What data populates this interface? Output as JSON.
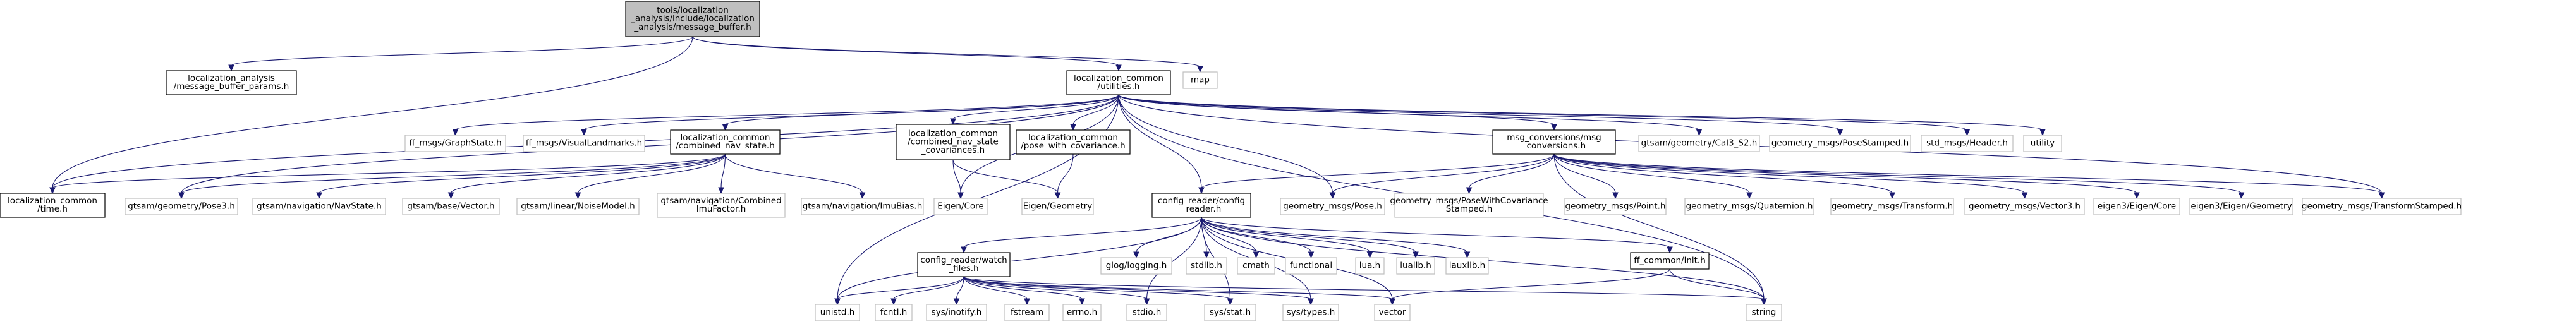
{
  "colors": {
    "edge": "#191970",
    "root_fill": "#bfbfbf",
    "node_border": "#000000",
    "external_border": "#bfbfbf",
    "node_fill": "#ffffff"
  },
  "nodes": [
    {
      "id": "root",
      "kind": "root",
      "lines": [
        "tools/localization",
        "_analysis/include/localization",
        "_analysis/message_buffer.h"
      ]
    },
    {
      "id": "params",
      "kind": "local",
      "lines": [
        "localization_analysis",
        "/message_buffer_params.h"
      ]
    },
    {
      "id": "utilities",
      "kind": "local",
      "lines": [
        "localization_common",
        "/utilities.h"
      ]
    },
    {
      "id": "map",
      "kind": "external",
      "lines": [
        "map"
      ]
    },
    {
      "id": "time",
      "kind": "local",
      "lines": [
        "localization_common",
        "/time.h"
      ]
    },
    {
      "id": "graphstate",
      "kind": "external",
      "lines": [
        "ff_msgs/GraphState.h"
      ]
    },
    {
      "id": "visland",
      "kind": "external",
      "lines": [
        "ff_msgs/VisualLandmarks.h"
      ]
    },
    {
      "id": "navstate",
      "kind": "local",
      "lines": [
        "localization_common",
        "/combined_nav_state.h"
      ]
    },
    {
      "id": "navcov",
      "kind": "local",
      "lines": [
        "localization_common",
        "/combined_nav_state",
        "_covariances.h"
      ]
    },
    {
      "id": "posecov",
      "kind": "local",
      "lines": [
        "localization_common",
        "/pose_with_covariance.h"
      ]
    },
    {
      "id": "msgconv",
      "kind": "local",
      "lines": [
        "msg_conversions/msg",
        "_conversions.h"
      ]
    },
    {
      "id": "cal3",
      "kind": "external",
      "lines": [
        "gtsam/geometry/Cal3_S2.h"
      ]
    },
    {
      "id": "posestamped",
      "kind": "external",
      "lines": [
        "geometry_msgs/PoseStamped.h"
      ]
    },
    {
      "id": "header",
      "kind": "external",
      "lines": [
        "std_msgs/Header.h"
      ]
    },
    {
      "id": "utility",
      "kind": "external",
      "lines": [
        "utility"
      ]
    },
    {
      "id": "pose3",
      "kind": "external",
      "lines": [
        "gtsam/geometry/Pose3.h"
      ]
    },
    {
      "id": "gtnavstate",
      "kind": "external",
      "lines": [
        "gtsam/navigation/NavState.h"
      ]
    },
    {
      "id": "vector_h",
      "kind": "external",
      "lines": [
        "gtsam/base/Vector.h"
      ]
    },
    {
      "id": "noisemodel",
      "kind": "external",
      "lines": [
        "gtsam/linear/NoiseModel.h"
      ]
    },
    {
      "id": "combimu",
      "kind": "external",
      "lines": [
        "gtsam/navigation/Combined",
        "ImuFactor.h"
      ]
    },
    {
      "id": "imubias",
      "kind": "external",
      "lines": [
        "gtsam/navigation/ImuBias.h"
      ]
    },
    {
      "id": "eigencore1",
      "kind": "external",
      "lines": [
        "Eigen/Core"
      ]
    },
    {
      "id": "eigengeom",
      "kind": "external",
      "lines": [
        "Eigen/Geometry"
      ]
    },
    {
      "id": "configreader",
      "kind": "local",
      "lines": [
        "config_reader/config",
        "_reader.h"
      ]
    },
    {
      "id": "gmpose",
      "kind": "external",
      "lines": [
        "geometry_msgs/Pose.h"
      ]
    },
    {
      "id": "gmposecov",
      "kind": "external",
      "lines": [
        "geometry_msgs/PoseWithCovariance",
        "Stamped.h"
      ]
    },
    {
      "id": "gmpoint",
      "kind": "external",
      "lines": [
        "geometry_msgs/Point.h"
      ]
    },
    {
      "id": "gmquat",
      "kind": "external",
      "lines": [
        "geometry_msgs/Quaternion.h"
      ]
    },
    {
      "id": "gmtransform",
      "kind": "external",
      "lines": [
        "geometry_msgs/Transform.h"
      ]
    },
    {
      "id": "gmvector3",
      "kind": "external",
      "lines": [
        "geometry_msgs/Vector3.h"
      ]
    },
    {
      "id": "eigen3core",
      "kind": "external",
      "lines": [
        "eigen3/Eigen/Core"
      ]
    },
    {
      "id": "eigen3geom",
      "kind": "external",
      "lines": [
        "eigen3/Eigen/Geometry"
      ]
    },
    {
      "id": "gmtfstamped",
      "kind": "external",
      "lines": [
        "geometry_msgs/TransformStamped.h"
      ]
    },
    {
      "id": "watchfiles",
      "kind": "local",
      "lines": [
        "config_reader/watch",
        "_files.h"
      ]
    },
    {
      "id": "glog",
      "kind": "external",
      "lines": [
        "glog/logging.h"
      ]
    },
    {
      "id": "stdlib",
      "kind": "external",
      "lines": [
        "stdlib.h"
      ]
    },
    {
      "id": "cmath",
      "kind": "external",
      "lines": [
        "cmath"
      ]
    },
    {
      "id": "functional",
      "kind": "external",
      "lines": [
        "functional"
      ]
    },
    {
      "id": "lua",
      "kind": "external",
      "lines": [
        "lua.h"
      ]
    },
    {
      "id": "lualib",
      "kind": "external",
      "lines": [
        "lualib.h"
      ]
    },
    {
      "id": "lauxlib",
      "kind": "external",
      "lines": [
        "lauxlib.h"
      ]
    },
    {
      "id": "ffinit",
      "kind": "local",
      "lines": [
        "ff_common/init.h"
      ]
    },
    {
      "id": "unistd",
      "kind": "external",
      "lines": [
        "unistd.h"
      ]
    },
    {
      "id": "fcntl",
      "kind": "external",
      "lines": [
        "fcntl.h"
      ]
    },
    {
      "id": "inotify",
      "kind": "external",
      "lines": [
        "sys/inotify.h"
      ]
    },
    {
      "id": "fstream",
      "kind": "external",
      "lines": [
        "fstream"
      ]
    },
    {
      "id": "errno",
      "kind": "external",
      "lines": [
        "errno.h"
      ]
    },
    {
      "id": "stdio",
      "kind": "external",
      "lines": [
        "stdio.h"
      ]
    },
    {
      "id": "sysstat",
      "kind": "external",
      "lines": [
        "sys/stat.h"
      ]
    },
    {
      "id": "systypes",
      "kind": "external",
      "lines": [
        "sys/types.h"
      ]
    },
    {
      "id": "vector",
      "kind": "external",
      "lines": [
        "vector"
      ]
    },
    {
      "id": "string",
      "kind": "external",
      "lines": [
        "string"
      ]
    }
  ],
  "edges": [
    [
      "root",
      "params"
    ],
    [
      "root",
      "utilities"
    ],
    [
      "root",
      "map"
    ],
    [
      "root",
      "time"
    ],
    [
      "utilities",
      "time"
    ],
    [
      "utilities",
      "graphstate"
    ],
    [
      "utilities",
      "visland"
    ],
    [
      "utilities",
      "navstate"
    ],
    [
      "utilities",
      "navcov"
    ],
    [
      "utilities",
      "posecov"
    ],
    [
      "utilities",
      "msgconv"
    ],
    [
      "utilities",
      "cal3"
    ],
    [
      "utilities",
      "posestamped"
    ],
    [
      "utilities",
      "header"
    ],
    [
      "utilities",
      "utility"
    ],
    [
      "utilities",
      "pose3"
    ],
    [
      "utilities",
      "eigencore1"
    ],
    [
      "utilities",
      "configreader"
    ],
    [
      "utilities",
      "gmpose"
    ],
    [
      "utilities",
      "gmtfstamped"
    ],
    [
      "utilities",
      "string"
    ],
    [
      "utilities",
      "unistd"
    ],
    [
      "navstate",
      "time"
    ],
    [
      "navstate",
      "pose3"
    ],
    [
      "navstate",
      "gtnavstate"
    ],
    [
      "navstate",
      "vector_h"
    ],
    [
      "navstate",
      "noisemodel"
    ],
    [
      "navstate",
      "combimu"
    ],
    [
      "navstate",
      "imubias"
    ],
    [
      "navcov",
      "eigencore1"
    ],
    [
      "navcov",
      "eigengeom"
    ],
    [
      "posecov",
      "eigengeom"
    ],
    [
      "msgconv",
      "configreader"
    ],
    [
      "msgconv",
      "gmpose"
    ],
    [
      "msgconv",
      "gmposecov"
    ],
    [
      "msgconv",
      "gmpoint"
    ],
    [
      "msgconv",
      "gmquat"
    ],
    [
      "msgconv",
      "gmtransform"
    ],
    [
      "msgconv",
      "gmvector3"
    ],
    [
      "msgconv",
      "eigen3core"
    ],
    [
      "msgconv",
      "eigen3geom"
    ],
    [
      "msgconv",
      "gmtfstamped"
    ],
    [
      "msgconv",
      "string"
    ],
    [
      "configreader",
      "watchfiles"
    ],
    [
      "configreader",
      "glog"
    ],
    [
      "configreader",
      "stdlib"
    ],
    [
      "configreader",
      "cmath"
    ],
    [
      "configreader",
      "functional"
    ],
    [
      "configreader",
      "lua"
    ],
    [
      "configreader",
      "lualib"
    ],
    [
      "configreader",
      "lauxlib"
    ],
    [
      "configreader",
      "ffinit"
    ],
    [
      "configreader",
      "unistd"
    ],
    [
      "configreader",
      "stdio"
    ],
    [
      "configreader",
      "sysstat"
    ],
    [
      "configreader",
      "systypes"
    ],
    [
      "configreader",
      "vector"
    ],
    [
      "configreader",
      "string"
    ],
    [
      "watchfiles",
      "unistd"
    ],
    [
      "watchfiles",
      "fcntl"
    ],
    [
      "watchfiles",
      "inotify"
    ],
    [
      "watchfiles",
      "fstream"
    ],
    [
      "watchfiles",
      "errno"
    ],
    [
      "watchfiles",
      "stdio"
    ],
    [
      "watchfiles",
      "sysstat"
    ],
    [
      "watchfiles",
      "systypes"
    ],
    [
      "watchfiles",
      "vector"
    ],
    [
      "watchfiles",
      "string"
    ],
    [
      "ffinit",
      "vector"
    ],
    [
      "ffinit",
      "string"
    ]
  ]
}
